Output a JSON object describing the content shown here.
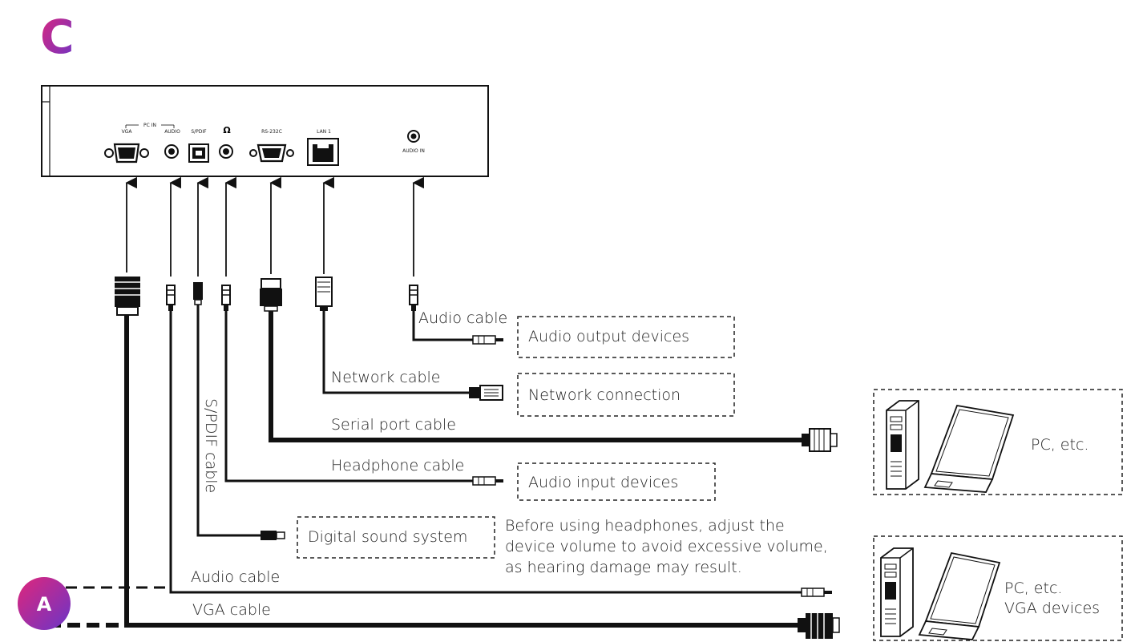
{
  "section_letter": "C",
  "ports": {
    "pc_in": "PC IN",
    "vga": "VGA",
    "audio": "AUDIO",
    "spdif": "S/PDIF",
    "headphone_symbol": "Ω",
    "rs232c": "RS-232C",
    "lan1": "LAN 1",
    "audio_in": "AUDIO IN"
  },
  "cables": {
    "audio_cable_top": "Audio cable",
    "network": "Network cable",
    "serial": "Serial port cable",
    "headphone": "Headphone cable",
    "spdif": "S/PDIF cable",
    "audio_bottom": "Audio cable",
    "vga": "VGA cable"
  },
  "devices": {
    "audio_output": "Audio output devices",
    "network_connection": "Network connection",
    "audio_input": "Audio input devices",
    "digital_sound": "Digital sound system",
    "pc_serial": "PC, etc.",
    "pc_vga_line1": "PC, etc.",
    "pc_vga_line2": "VGA devices"
  },
  "warning": {
    "line1": "Before using headphones, adjust the",
    "line2": "device volume to avoid excessive volume,",
    "line3": "as hearing damage may result."
  },
  "badge_letter": "A",
  "colors": {
    "gradient_start": "#e0267a",
    "gradient_end": "#6a35c8"
  }
}
